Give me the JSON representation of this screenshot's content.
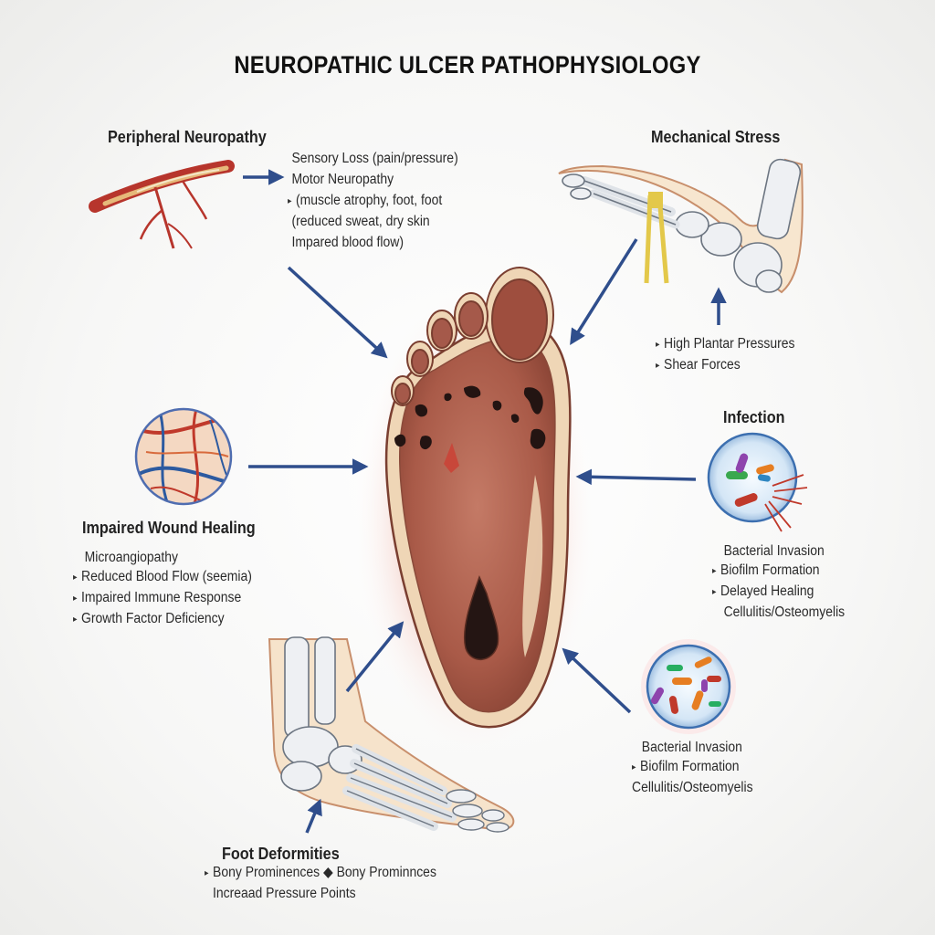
{
  "title": "NEUROPATHIC ULCER PATHOPHYSIOLOGY",
  "peripheral_neuropathy": {
    "heading": "Peripheral Neuropathy",
    "lines": [
      {
        "bullet": "",
        "text": "Sensory Loss (pain/pressure)"
      },
      {
        "bullet": "",
        "text": "Motor Neuropathy"
      },
      {
        "bullet": "▸",
        "text": "(muscle atrophy, foot, foot"
      },
      {
        "bullet": "",
        "text": "(reduced sweat, dry skin"
      },
      {
        "bullet": "",
        "text": "Impared blood flow)"
      }
    ]
  },
  "mechanical_stress": {
    "heading": "Mechanical Stress",
    "lines": [
      {
        "bullet": "▸",
        "text": "High Plantar Pressures"
      },
      {
        "bullet": "▸",
        "text": "Shear Forces"
      }
    ]
  },
  "impaired_wound_healing": {
    "heading": "Impaired Wound Healing",
    "lines": [
      {
        "bullet": "",
        "text": "Microangiopathy"
      },
      {
        "bullet": "▸",
        "text": "Reduced Blood Flow (seemia)"
      },
      {
        "bullet": "▸",
        "text": "Impaired Immune Response"
      },
      {
        "bullet": "▸",
        "text": "Growth Factor Deficiency"
      }
    ]
  },
  "infection": {
    "heading": "Infection",
    "lines": [
      {
        "bullet": "",
        "text": "Bacterial Invasion"
      },
      {
        "bullet": "▸",
        "text": "Biofilm Formation"
      },
      {
        "bullet": "▸",
        "text": "Delayed Healing"
      },
      {
        "bullet": "",
        "text": "Cellulitis/Osteomyelis"
      }
    ]
  },
  "infection_lower": {
    "lines": [
      {
        "bullet": "",
        "text": "Bacterial Invasion"
      },
      {
        "bullet": "▸",
        "text": "Biofilm Formation"
      },
      {
        "bullet": "",
        "text": "Cellulitis/Osteomyelis"
      }
    ]
  },
  "foot_deformities": {
    "heading": "Foot Deformities",
    "lines": [
      {
        "bullet": "▸",
        "text": "Bony Prominences ◆ Bony Prominnces"
      },
      {
        "bullet": "",
        "text": "Increaad Pressure Points"
      }
    ]
  },
  "colors": {
    "arrow": "#2f4e8c",
    "skin": "#b86a55",
    "ulcer": "#2b1a16",
    "bone": "#e9ecef",
    "tendon": "#e3c84a",
    "artery": "#b7352c"
  }
}
